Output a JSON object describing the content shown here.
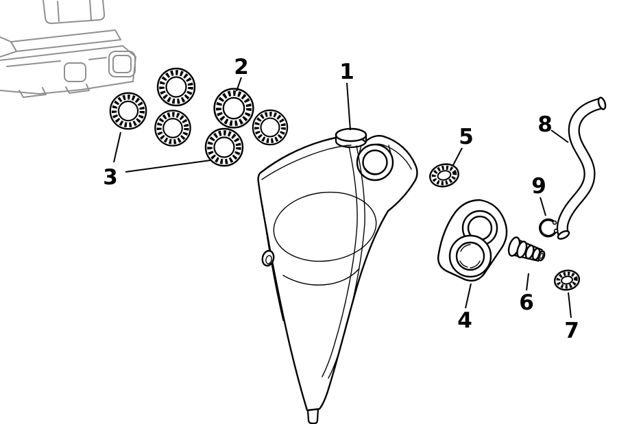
{
  "page": {
    "background_color": "#ffffff",
    "line_color": "#000000",
    "ghost_assembly_color": "#8f8f8f"
  },
  "diagram": {
    "kind": "exploded-parts-line-drawing",
    "callouts": [
      {
        "label": "1",
        "part": "housing-seal-cap"
      },
      {
        "label": "2",
        "part": "grommet"
      },
      {
        "label": "3",
        "part": "grommet-set"
      },
      {
        "label": "4",
        "part": "flange-bushing"
      },
      {
        "label": "5",
        "part": "cap-plug"
      },
      {
        "label": "6",
        "part": "hose-fitting"
      },
      {
        "label": "7",
        "part": "cap-plug-small"
      },
      {
        "label": "8",
        "part": "hose"
      },
      {
        "label": "9",
        "part": "retaining-ring"
      }
    ]
  }
}
